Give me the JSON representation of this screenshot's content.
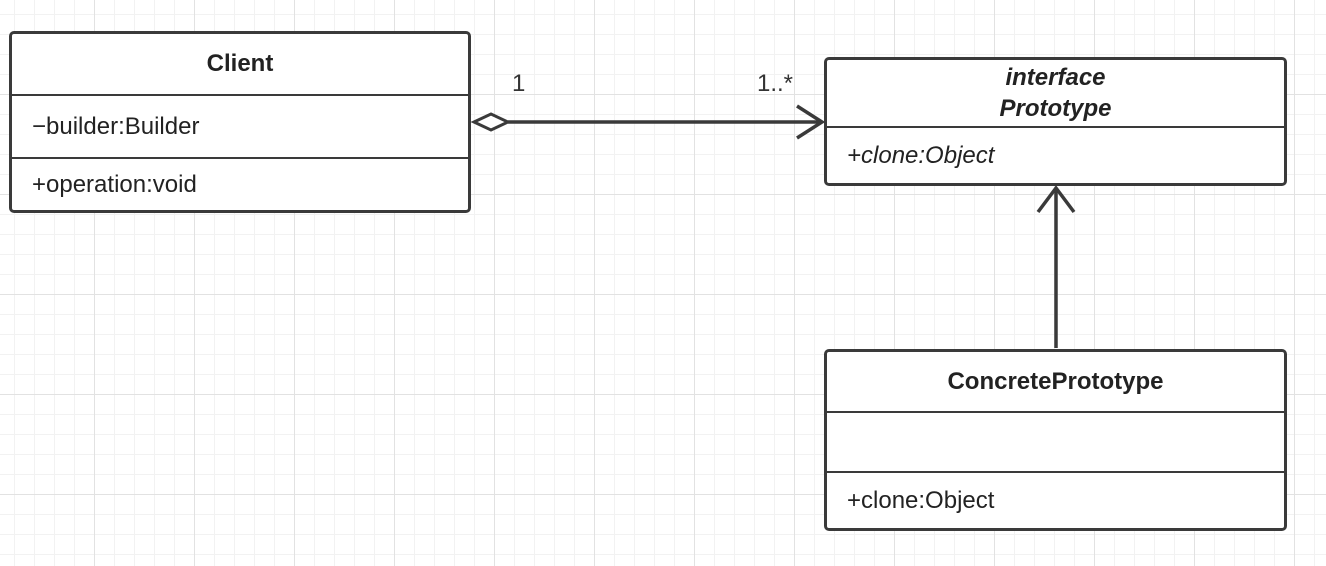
{
  "classes": {
    "client": {
      "name": "Client",
      "attributes": [
        "−builder:Builder"
      ],
      "operations": [
        "+operation:void"
      ]
    },
    "prototype": {
      "stereotype": "interface",
      "name": "Prototype",
      "attributes": [
        "+clone:Object"
      ]
    },
    "concrete": {
      "name": "ConcretePrototype",
      "attributes": [],
      "operations": [
        "+clone:Object"
      ]
    }
  },
  "association": {
    "source_multiplicity": "1",
    "target_multiplicity": "1..*"
  },
  "colors": {
    "stroke": "#3a3a3a",
    "background": "#ffffff",
    "grid": "#e2e2e2"
  }
}
